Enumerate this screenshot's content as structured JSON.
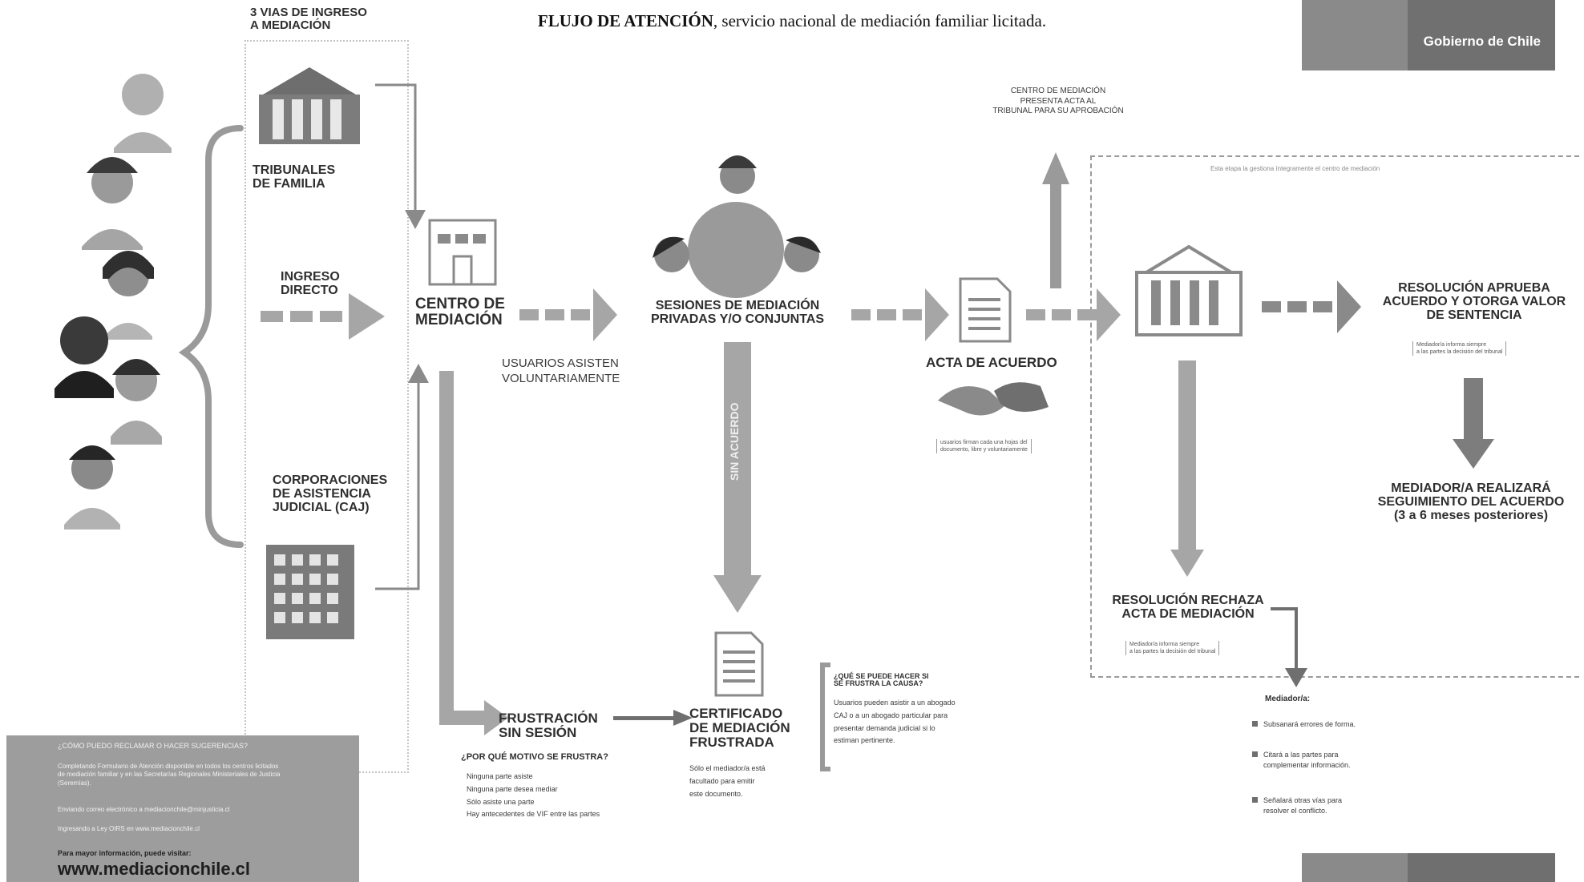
{
  "header": {
    "title_bold": "FLUJO DE ATENCIÓN",
    "title_rest": ", servicio nacional de mediación familiar licitada.",
    "government": "Gobierno de Chile"
  },
  "ingress": {
    "heading_line1": "3 VIAS DE INGRESO",
    "heading_line2": "A MEDIACIÓN",
    "tribunales_line1": "TRIBUNALES",
    "tribunales_line2": "DE FAMILIA",
    "directo_line1": "INGRESO",
    "directo_line2": "DIRECTO",
    "caj_line1": "CORPORACIONES",
    "caj_line2": "DE ASISTENCIA",
    "caj_line3": "JUDICIAL (CAJ)"
  },
  "centro": {
    "line1": "CENTRO DE",
    "line2": "MEDIACIÓN",
    "note_line1": "USUARIOS ASISTEN",
    "note_line2": "VOLUNTARIAMENTE"
  },
  "sesiones": {
    "line1": "SESIONES DE MEDIACIÓN",
    "line2": "PRIVADAS Y/O CONJUNTAS",
    "sin_acuerdo": "SIN ACUERDO"
  },
  "acta": {
    "top_line1": "CENTRO DE MEDIACIÓN",
    "top_line2": "PRESENTA ACTA AL",
    "top_line3": "TRIBUNAL PARA SU APROBACIÓN",
    "title": "ACTA DE ACUERDO",
    "note_line1": "usuarios firman cada una hojas del",
    "note_line2": "documento, libre y voluntariamente"
  },
  "etapa_note": "Esta etapa la gestiona íntegramente el centro de mediación",
  "resolucion_aprueba": {
    "line1": "RESOLUCIÓN APRUEBA",
    "line2": "ACUERDO Y OTORGA VALOR",
    "line3": "DE SENTENCIA",
    "note_line1": "Mediador/a informa siempre",
    "note_line2": "a las partes la decisión del tribunal"
  },
  "seguimiento": {
    "line1": "MEDIADOR/A REALIZARÁ",
    "line2": "SEGUIMIENTO DEL ACUERDO",
    "line3": "(3 a 6 meses posteriores)"
  },
  "resolucion_rechaza": {
    "line1": "RESOLUCIÓN RECHAZA",
    "line2": "ACTA DE MEDIACIÓN",
    "note_line1": "Mediador/a informa siempre",
    "note_line2": "a las partes la decisión del tribunal"
  },
  "mediador_actions": {
    "title": "Mediador/a:",
    "items": [
      "Subsanará errores de forma.",
      "Citará a las partes para complementar información.",
      "Señalará otras vías para resolver el conflicto."
    ]
  },
  "frustracion": {
    "line1": "FRUSTRACIÓN",
    "line2": "SIN SESIÓN",
    "question": "¿POR QUÉ MOTIVO SE FRUSTRA?",
    "reasons": [
      "Ninguna parte asiste",
      "Ninguna parte desea mediar",
      "Sólo asiste una parte",
      "Hay antecedentes de VIF entre las partes"
    ]
  },
  "certificado": {
    "line1": "CERTIFICADO",
    "line2": "DE MEDIACIÓN",
    "line3": "FRUSTRADA",
    "note_line1": "Sólo el mediador/a está",
    "note_line2": "facultado para emitir",
    "note_line3": "este documento."
  },
  "que_hacer": {
    "q_line1": "¿QUÉ SE PUEDE HACER SI",
    "q_line2": "SE FRUSTRA LA CAUSA?",
    "a_line1": "Usuarios pueden asistir a un abogado",
    "a_line2": "CAJ o a un abogado particular para",
    "a_line3": "presentar demanda judicial si lo",
    "a_line4": "estiman pertinente."
  },
  "info": {
    "question": "¿CÓMO PUEDO RECLAMAR O HACER SUGERENCIAS?",
    "p1_line1": "Completando Formulario de Atención disponible en todos los centros licitados",
    "p1_line2": "de mediación familiar y en las Secretarías Regionales Ministeriales de Justicia",
    "p1_line3": "(Seremías).",
    "p2": "Enviando correo electrónico a mediacionchile@minjusticia.cl",
    "p3": "Ingresando a Ley OIRS en www.mediacionchile.cl",
    "more": "Para mayor información, puede visitar:",
    "url": "www.mediacionchile.cl"
  },
  "colors": {
    "arrow": "#9a9a9a",
    "dark_arrow": "#7d7d7d",
    "text": "#2f2f2f",
    "gov_light": "#8a8a8a",
    "gov_dark": "#707070"
  }
}
